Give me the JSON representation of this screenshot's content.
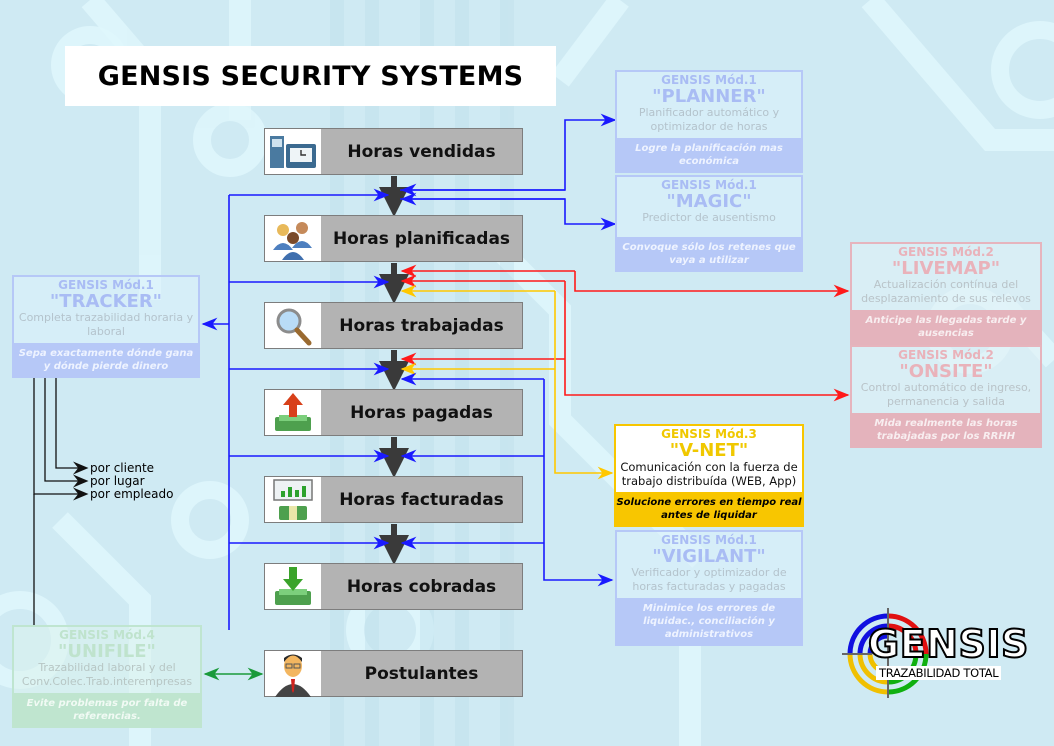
{
  "title": "GENSIS SECURITY SYSTEMS",
  "steps": [
    {
      "label": "Horas vendidas",
      "icon": "time-clock-icon"
    },
    {
      "label": "Horas planificadas",
      "icon": "people-group-icon"
    },
    {
      "label": "Horas trabajadas",
      "icon": "magnifier-icon"
    },
    {
      "label": "Horas pagadas",
      "icon": "money-up-arrow-icon"
    },
    {
      "label": "Horas facturadas",
      "icon": "invoice-chart-money-icon"
    },
    {
      "label": "Horas cobradas",
      "icon": "money-down-arrow-icon"
    },
    {
      "label": "Postulantes",
      "icon": "businessman-icon"
    }
  ],
  "modules": {
    "planner": {
      "header": "GENSIS Mód.1",
      "name": "\"PLANNER\"",
      "desc": "Planificador automático y optimizador de horas",
      "footer": "Logre la planificación mas económica"
    },
    "magic": {
      "header": "GENSIS Mód.1",
      "name": "\"MAGIC\"",
      "desc": "Predictor de ausentismo",
      "footer": "Convoque sólo los retenes que vaya a utilizar"
    },
    "livemap": {
      "header": "GENSIS Mód.2",
      "name": "\"LIVEMAP\"",
      "desc": "Actualización contínua del desplazamiento de sus relevos",
      "footer": "Anticipe las llegadas tarde y ausencias"
    },
    "onsite": {
      "header": "GENSIS Mód.2",
      "name": "\"ONSITE\"",
      "desc": "Control automático de ingreso, permanencia y salida",
      "footer": "Mida realmente las horas trabajadas por los RRHH"
    },
    "tracker": {
      "header": "GENSIS Mód.1",
      "name": "\"TRACKER\"",
      "desc": "Completa trazabilidad horaria y laboral",
      "footer": "Sepa exactamente dónde gana y dónde pierde dinero"
    },
    "vnet": {
      "header": "GENSIS Mód.3",
      "name": "\"V-NET\"",
      "desc": "Comunicación con la fuerza de trabajo distribuída (WEB, App)",
      "footer": "Solucione errores en tiempo real antes de liquidar"
    },
    "vigilant": {
      "header": "GENSIS Mód.1",
      "name": "\"VIGILANT\"",
      "desc": "Verificador y optimizador de horas facturadas y pagadas",
      "footer": "Minimice los errores de liquidac., conciliación y administrativos"
    },
    "unifile": {
      "header": "GENSIS Mód.4",
      "name": "\"UNIFILE\"",
      "desc": "Trazabilidad laboral y del Conv.Colec.Trab.interempresas",
      "footer": "Evite problemas por falta de referencias."
    }
  },
  "tracker_breakdown": [
    "por cliente",
    "por lugar",
    "por empleado"
  ],
  "logo": {
    "word": "GENSIS",
    "tagline": "TRAZABILIDAD TOTAL"
  },
  "colors": {
    "module1": "#1a1aff",
    "module2": "#ff1a1a",
    "module3": "#ffc800",
    "module4": "#1a9a3a",
    "flow": "#3a3a3a"
  }
}
